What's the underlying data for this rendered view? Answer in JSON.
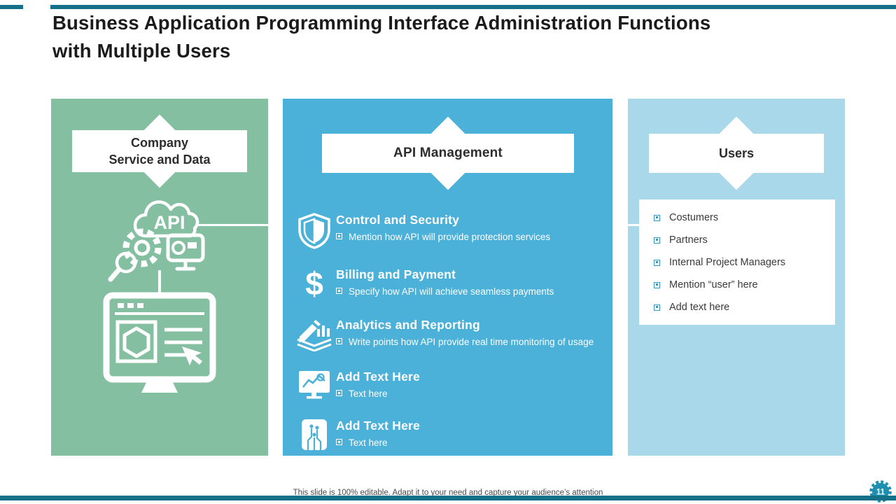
{
  "slide": {
    "title": "Business Application Programming Interface Administration Functions\nwith Multiple Users",
    "footer": "This slide is 100% editable. Adapt it to your need and capture your audience’s attention",
    "page_number": "11"
  },
  "colors": {
    "accent_teal": "#15718a",
    "badge_teal": "#1e8fae",
    "left_panel_green": "#84bfa2",
    "middle_panel_blue": "#4cb1d8",
    "right_panel_blue": "#a9d8ea",
    "bullet_blue": "#2d9bc1"
  },
  "icons": {
    "dollar": "$"
  },
  "left_panel": {
    "header": "Company\nService and Data",
    "illustration": "api-gear-camera-monitor"
  },
  "middle_panel": {
    "header": "API Management",
    "items": [
      {
        "icon": "shield-icon",
        "title": "Control and Security",
        "desc": "Mention how API will provide protection services"
      },
      {
        "icon": "dollar-icon",
        "title": "Billing and Payment",
        "desc": "Specify how API will achieve seamless payments"
      },
      {
        "icon": "analytics-icon",
        "title": "Analytics and Reporting",
        "desc": "Write points how API provide real time monitoring of usage"
      },
      {
        "icon": "monitor-chart-icon",
        "title": "Add Text Here",
        "desc": "Text here"
      },
      {
        "icon": "circuit-icon",
        "title": "Add Text Here",
        "desc": "Text here"
      }
    ]
  },
  "right_panel": {
    "header": "Users",
    "items": [
      "Costumers",
      "Partners",
      "Internal Project Managers",
      "Mention “user” here",
      "Add text here"
    ]
  }
}
